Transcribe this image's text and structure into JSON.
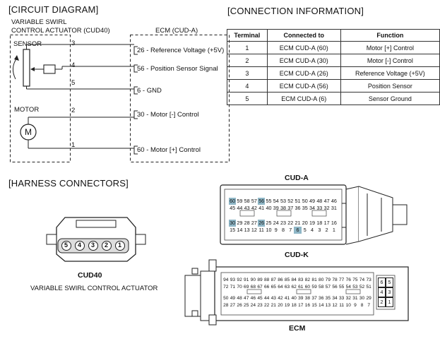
{
  "circuit": {
    "title": "[CIRCUIT DIAGRAM]",
    "component_line1": "VARIABLE SWIRL",
    "component_line2": "CONTROL ACTUATOR (CUD40)",
    "ecm_label": "ECM (CUD-A)",
    "sensor_label": "SENSOR",
    "motor_label": "MOTOR",
    "motor_symbol": "M",
    "pins": [
      {
        "num": "3",
        "ecm": "26 - Reference Voltage (+5V)"
      },
      {
        "num": "4",
        "ecm": "56 - Position Sensor Signal"
      },
      {
        "num": "5",
        "ecm": "6 - GND"
      },
      {
        "num": "2",
        "ecm": "30 - Motor [-] Control"
      },
      {
        "num": "1",
        "ecm": "60 - Motor [+] Control"
      }
    ]
  },
  "connection": {
    "title": "[CONNECTION INFORMATION]",
    "headers": [
      "Terminal",
      "Connected to",
      "Function"
    ],
    "rows": [
      [
        "1",
        "ECM CUD-A (60)",
        "Motor [+] Control"
      ],
      [
        "2",
        "ECM CUD-A (30)",
        "Motor [-] Control"
      ],
      [
        "3",
        "ECM CUD-A (26)",
        "Reference Voltage (+5V)"
      ],
      [
        "4",
        "ECM CUD-A (56)",
        "Position Sensor"
      ],
      [
        "5",
        "ECM CUD-A (6)",
        "Sensor Ground"
      ]
    ]
  },
  "harness": {
    "title": "[HARNESS CONNECTORS]",
    "cud40_pins": [
      "5",
      "4",
      "3",
      "2",
      "1"
    ],
    "cud40_name": "CUD40",
    "cud40_desc": "VARIABLE SWIRL CONTROL ACTUATOR",
    "cud_a_label": "CUD-A",
    "cud_k_label": "CUD-K",
    "ecm_label": "ECM",
    "highlight_color": "#8fb7c7",
    "cud_a_rows": [
      [
        "60",
        "59",
        "58",
        "57",
        "56",
        "55",
        "54",
        "53",
        "52",
        "51",
        "50",
        "49",
        "48",
        "47",
        "46"
      ],
      [
        "45",
        "44",
        "43",
        "42",
        "41",
        "40",
        "39",
        "38",
        "37",
        "36",
        "35",
        "34",
        "33",
        "32",
        "31"
      ],
      [
        "30",
        "29",
        "28",
        "27",
        "26",
        "25",
        "24",
        "23",
        "22",
        "21",
        "20",
        "19",
        "18",
        "17",
        "16"
      ],
      [
        "15",
        "14",
        "13",
        "12",
        "11",
        "10",
        "9",
        "8",
        "7",
        "6",
        "5",
        "4",
        "3",
        "2",
        "1"
      ]
    ],
    "cud_a_highlight": [
      "60",
      "56",
      "30",
      "26",
      "6"
    ],
    "cud_k_rows": [
      [
        "94",
        "93",
        "92",
        "91",
        "90",
        "89",
        "88",
        "87",
        "86",
        "85",
        "84",
        "83",
        "82",
        "81",
        "80",
        "79",
        "78",
        "77",
        "76",
        "75",
        "74",
        "73"
      ],
      [
        "72",
        "71",
        "70",
        "69",
        "68",
        "67",
        "66",
        "65",
        "64",
        "63",
        "62",
        "61",
        "60",
        "59",
        "58",
        "57",
        "56",
        "55",
        "54",
        "53",
        "52",
        "51"
      ],
      [
        "50",
        "49",
        "48",
        "47",
        "46",
        "45",
        "44",
        "43",
        "42",
        "41",
        "40",
        "39",
        "38",
        "37",
        "36",
        "35",
        "34",
        "33",
        "32",
        "31",
        "30",
        "29"
      ],
      [
        "28",
        "27",
        "26",
        "25",
        "24",
        "23",
        "22",
        "21",
        "20",
        "19",
        "18",
        "17",
        "16",
        "15",
        "14",
        "13",
        "12",
        "11",
        "10",
        "9",
        "8",
        "7"
      ]
    ],
    "cud_k_small": [
      [
        "6",
        "5"
      ],
      [
        "4",
        "3"
      ],
      [
        "2",
        "1"
      ]
    ]
  }
}
